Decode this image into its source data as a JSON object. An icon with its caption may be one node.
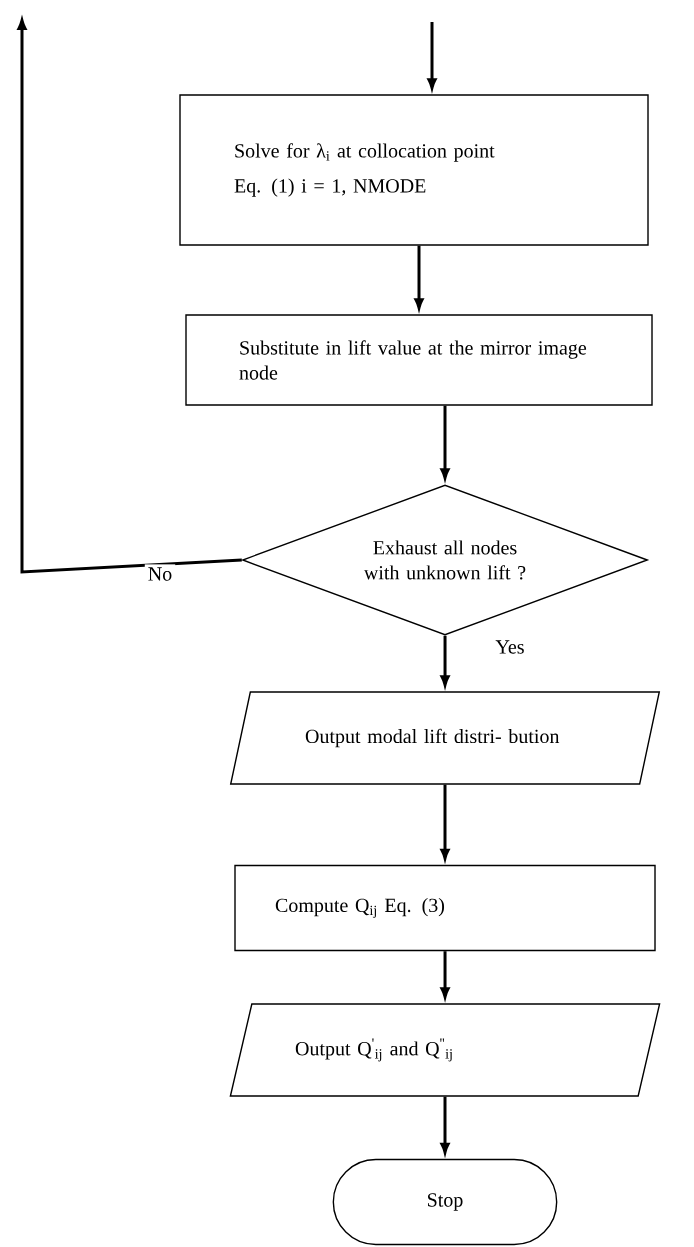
{
  "diagram": {
    "nodes": [
      {
        "text": [
          "Solve for λ$_{i}$ at collocation point",
          "Eq. (1) i = 1, NMODE"
        ]
      },
      {
        "text": [
          "Substitute in lift value at the mirror image node"
        ]
      },
      {
        "text": [
          "Exhaust all nodes with unknown lift ?"
        ]
      },
      {
        "text": [
          "Output modal lift distri- bution"
        ]
      },
      {
        "text": [
          "Compute Q$_{ij}$ Eq. (3)"
        ]
      },
      {
        "text": [
          "Output Q$^{'}$$_{ij}$ and Q$^{''}$$_{ij}$"
        ]
      },
      {
        "text": [
          "Stop"
        ]
      }
    ],
    "edges": [
      {
        "from": null,
        "to": 0,
        "arrow": "to"
      },
      {
        "from": 0,
        "to": 1,
        "arrow": "to"
      },
      {
        "from": 1,
        "to": 2,
        "arrow": "to"
      },
      {
        "from": 2,
        "to": null,
        "arrow": "to",
        "label": "No"
      },
      {
        "from": 2,
        "to": 3,
        "arrow": "to",
        "label": "Yes"
      },
      {
        "from": 3,
        "to": 4,
        "arrow": "to"
      },
      {
        "from": 4,
        "to": 5,
        "arrow": "to"
      },
      {
        "from": 5,
        "to": 6,
        "arrow": "to"
      }
    ]
  }
}
